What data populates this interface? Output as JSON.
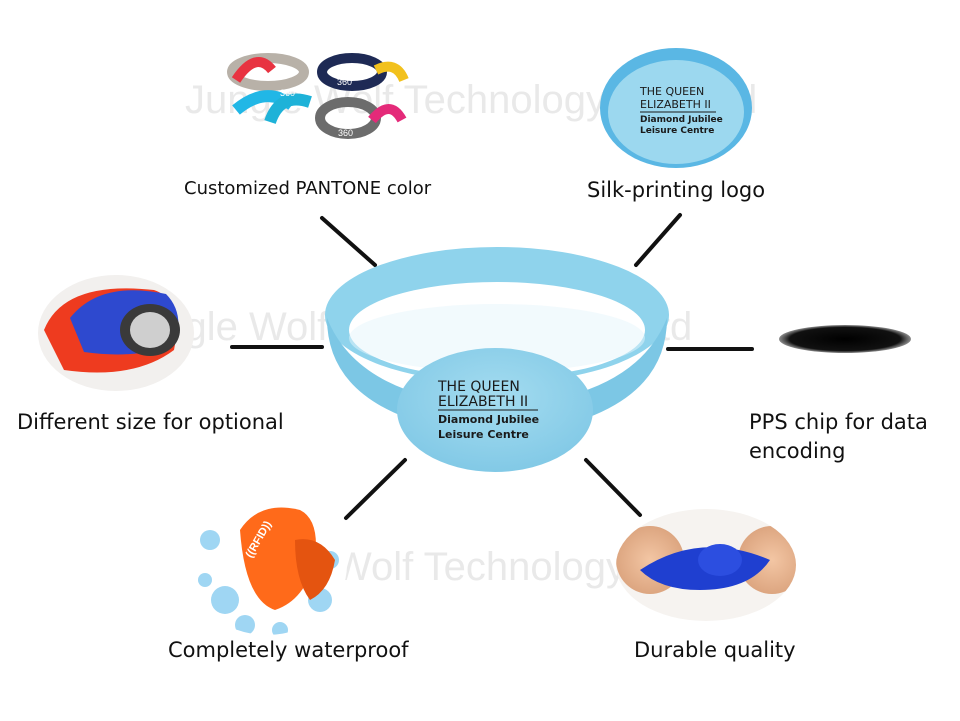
{
  "features": {
    "pantone": "Customized PANTONE color",
    "silk": "Silk-printing logo",
    "size": "Different size for optional",
    "chip_line1": "PPS chip for data",
    "chip_line2": "encoding",
    "waterproof": "Completely waterproof",
    "durable": "Durable quality"
  },
  "logo_text": {
    "line1": "THE QUEEN",
    "line2": "ELIZABETH II",
    "line3": "Diamond Jubilee",
    "line4": "Leisure Centre"
  },
  "band_mark": "360",
  "rfid_mark": "((RFID))",
  "watermark": "Jungle Wolf Technology Co., Ltd",
  "colors": {
    "band_blue": "#8fd3ec",
    "band_blue_dark": "#6dbfdf",
    "orange": "#ff6a1a",
    "red": "#e8321e",
    "royal_blue": "#2b4fd6",
    "ink": "#1a1a1a"
  }
}
